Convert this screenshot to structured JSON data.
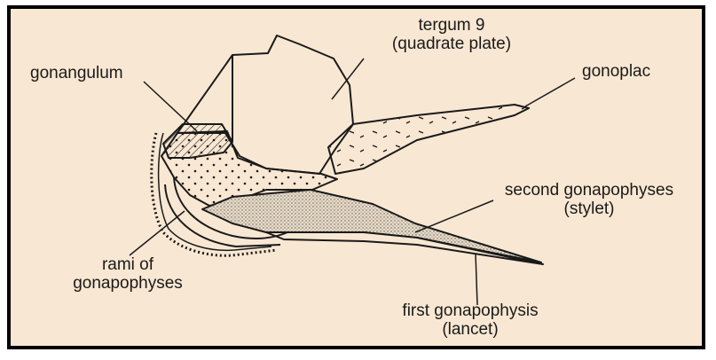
{
  "colors": {
    "background": "#f8e7d2",
    "border": "#000000",
    "ink": "#1a1a1a",
    "stipple_fill": "#e8d8c4"
  },
  "labels": {
    "tergum": {
      "line1": "tergum 9",
      "line2": "(quadrate plate)"
    },
    "gonangulum": "gonangulum",
    "gonoplac": "gonoplac",
    "second_gonapophyses": {
      "line1": "second gonapophyses",
      "line2": "(stylet)"
    },
    "rami": {
      "line1": "rami of",
      "line2": "gonapophyses"
    },
    "first_gonapophysis": {
      "line1": "first gonapophysis",
      "line2": "(lancet)"
    }
  }
}
